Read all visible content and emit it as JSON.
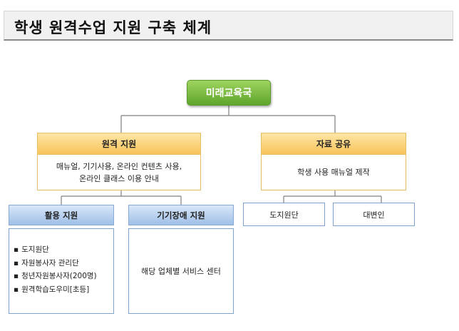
{
  "title": "학생 원격수업 지원 구축 체계",
  "root": {
    "label": "미래교육국"
  },
  "remote_support": {
    "header": "원격 지원",
    "lines": [
      "매뉴얼, 기기사용, 온라인 컨텐츠 사용,",
      "온라인 클래스 이용 안내"
    ]
  },
  "resource_sharing": {
    "header": "자료 공유",
    "body": "학생 사용 매뉴얼 제작"
  },
  "utilization_support": {
    "header": "활용 지원",
    "items": [
      "도지원단",
      "자원봉사자 관리단",
      "청년자원봉사자(200명)",
      "원격학습도우미[초등]"
    ]
  },
  "device_support": {
    "header": "기기장애 지원",
    "body": "해당 업체별 서비스 센터"
  },
  "sharing_leaves": [
    "도지원단",
    "대변인"
  ],
  "colors": {
    "root_green": "#5fa52c",
    "header_yellow": "#f7c35a",
    "header_blue": "#9fbfe7",
    "connector": "#7f7f7f"
  }
}
